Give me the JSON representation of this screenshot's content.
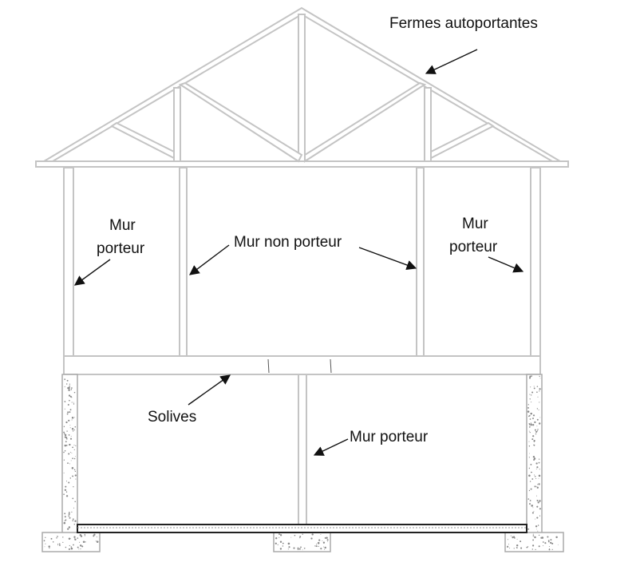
{
  "labels": {
    "trusses": "Fermes autoportantes",
    "bearing_wall_left_line1": "Mur",
    "bearing_wall_left_line2": "porteur",
    "non_bearing_wall": "Mur non porteur",
    "bearing_wall_right_line1": "Mur",
    "bearing_wall_right_line2": "porteur",
    "joists": "Solives",
    "bearing_wall_center": "Mur porteur"
  },
  "colors": {
    "framing": "#c4c4c4",
    "concrete_outline": "#aaaaaa",
    "concrete_speckle": "#8a8a8a",
    "slab": "#222222",
    "text": "#111111"
  }
}
